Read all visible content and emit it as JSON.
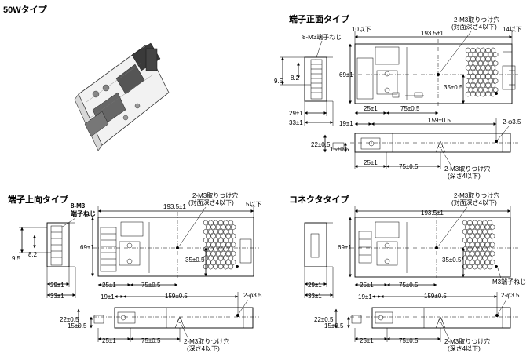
{
  "title": "50Wタイプ",
  "section_front": {
    "title": "端子正面タイプ",
    "dims": {
      "width_total": "193.5±1",
      "left_margin": "10以下",
      "right_margin": "14以下",
      "height": "69±1",
      "d_9_5": "9.5",
      "d_8_2": "8.2",
      "d_29": "29±1",
      "d_33": "33±1",
      "d_25": "25±1",
      "d_75": "75±0.5",
      "d_35": "35±0.5",
      "d_19": "19±1",
      "d_159": "159±0.5",
      "d_22": "22±0.5",
      "d_15": "15±0.5",
      "d_25b": "25±1",
      "d_75b": "75±0.5",
      "d_phi": "2-φ3.5"
    },
    "notes": {
      "terminal": "8-M3端子ねじ",
      "mount_top": "2-M3取りつけ穴",
      "mount_top_sub": "(対面深さ4以下)",
      "mount_bottom": "2-M3取りつけ穴",
      "mount_bottom_sub": "(深さ4以下)"
    }
  },
  "section_up": {
    "title": "端子上向タイプ",
    "dims": {
      "width_total": "193.5±1",
      "right_margin": "5以下",
      "height": "69±1",
      "d_9_5": "9.5",
      "d_8_2": "8.2",
      "d_29": "29±1",
      "d_33": "33±1",
      "d_25": "25±1",
      "d_75": "75±0.5",
      "d_35": "35±0.5",
      "d_19": "19±1",
      "d_159": "159±0.5",
      "d_22": "22±0.5",
      "d_15": "15±0.5",
      "d_25b": "25±1",
      "d_75b": "75±0.5",
      "d_phi": "2-φ3.5"
    },
    "notes": {
      "terminal_1": "8-M3",
      "terminal_2": "端子ねじ",
      "mount_top": "2-M3取りつけ穴",
      "mount_top_sub": "(対面深さ4以下)",
      "mount_bottom": "2-M3取りつけ穴",
      "mount_bottom_sub": "(深さ4以下)"
    }
  },
  "section_conn": {
    "title": "コネクタタイプ",
    "dims": {
      "width_total": "193.5±1",
      "height": "69±1",
      "d_29": "29±1",
      "d_33": "33±1",
      "d_25": "25±1",
      "d_75": "75±0.5",
      "d_35": "35±0.5",
      "d_19": "19±1",
      "d_159": "159±0.5",
      "d_22": "22±0.5",
      "d_15": "15±0.5",
      "d_25b": "25±1",
      "d_75b": "75±0.5",
      "d_phi": "2-φ3.5"
    },
    "notes": {
      "terminal": "M3端子ねじ",
      "mount_top": "2-M3取りつけ穴",
      "mount_top_sub": "(対面深さ4以下)",
      "mount_bottom": "2-M3取りつけ穴",
      "mount_bottom_sub": "(深さ4以下)"
    }
  }
}
